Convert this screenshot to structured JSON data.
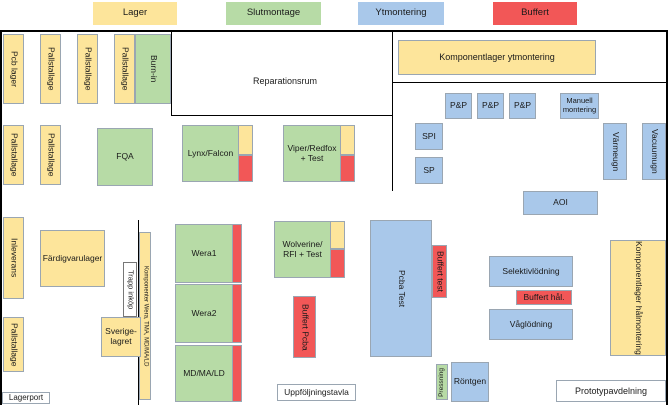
{
  "legend": {
    "lager": "Lager",
    "slutmontage": "Slutmontage",
    "ytmontering": "Ytmontering",
    "buffert": "Buffert"
  },
  "colors": {
    "lager": "#fde59b",
    "slutmontage": "#b7dba6",
    "ytmontering": "#a9c8ea",
    "buffert": "#f25757"
  },
  "areas": {
    "pcb_lager": "Pcb lager",
    "pallstallage_1": "Pallstallage",
    "pallstallage_2": "Pallstallage",
    "pallstallage_3": "Pallstallage",
    "burn_in": "Burn-in",
    "reparationsrum": "Reparationsrum",
    "komponentlager_ytmontering": "Komponentlager ytmontering",
    "pp_1": "P&P",
    "pp_2": "P&P",
    "pp_3": "P&P",
    "manuell_montering": "Manuell montering",
    "spi": "SPI",
    "sp": "SP",
    "varmeugn": "Värmeugn",
    "vacuumugn": "Vacuumugn",
    "pallstallage_4": "Pallstallage",
    "pallstallage_5": "Pallstallage",
    "fqa": "FQA",
    "lynx_falcon": "Lynx/Falcon",
    "viper_redfox": "Viper/Redfox + Test",
    "aoi": "AOI",
    "inleverans": "Inleverans",
    "fardigvarulager": "Färdigvarulager",
    "komponenter_wera": "Komponenter Wera, TMA, MD/MA/LD",
    "trapp_inkop": "Trapp inköp",
    "wera1": "Wera1",
    "wolverine": "Wolverine/ RFI + Test",
    "pcba_test": "Pcba Test",
    "buffert_test": "Buffert test",
    "selektivlodning": "Selektivlödning",
    "komponentlager_halmontering": "Komponentlager hålmontering",
    "buffert_hal": "Buffert hål.",
    "pallstallage_6": "Pallstallage",
    "sverigelagret": "Sverige-lagret",
    "wera2": "Wera2",
    "buffert_pcba": "Buffert Pcba",
    "vaglodning": "Våglödning",
    "md_ma_ld": "MD/MA/LD",
    "pressning": "Pressning",
    "rontgen": "Röntgen",
    "lagerport": "Lagerport",
    "uppfoljningstavla": "Uppföljningstavla",
    "prototypavdelning": "Prototypavdelning"
  }
}
